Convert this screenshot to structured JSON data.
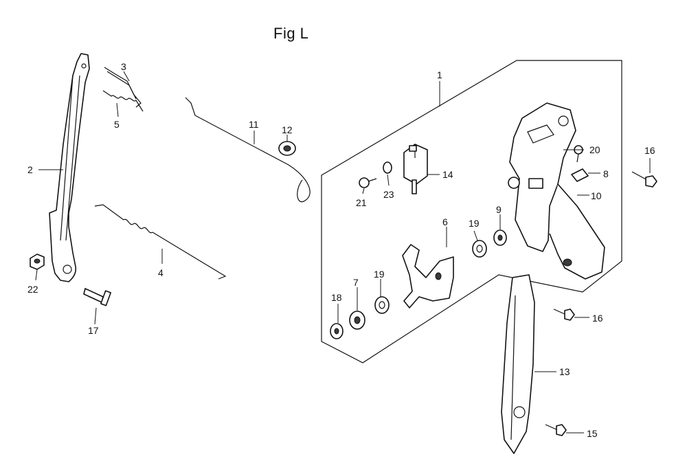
{
  "figure": {
    "title": "Fig L"
  },
  "callouts": {
    "c1": "1",
    "c2": "2",
    "c3": "3",
    "c4": "4",
    "c5": "5",
    "c6": "6",
    "c7": "7",
    "c8": "8",
    "c9": "9",
    "c10": "10",
    "c11": "11",
    "c12": "12",
    "c13": "13",
    "c14": "14",
    "c15": "15",
    "c16a": "16",
    "c16b": "16",
    "c17": "17",
    "c18": "18",
    "c19a": "19",
    "c19b": "19",
    "c20": "20",
    "c21": "21",
    "c22": "22",
    "c23": "23"
  }
}
